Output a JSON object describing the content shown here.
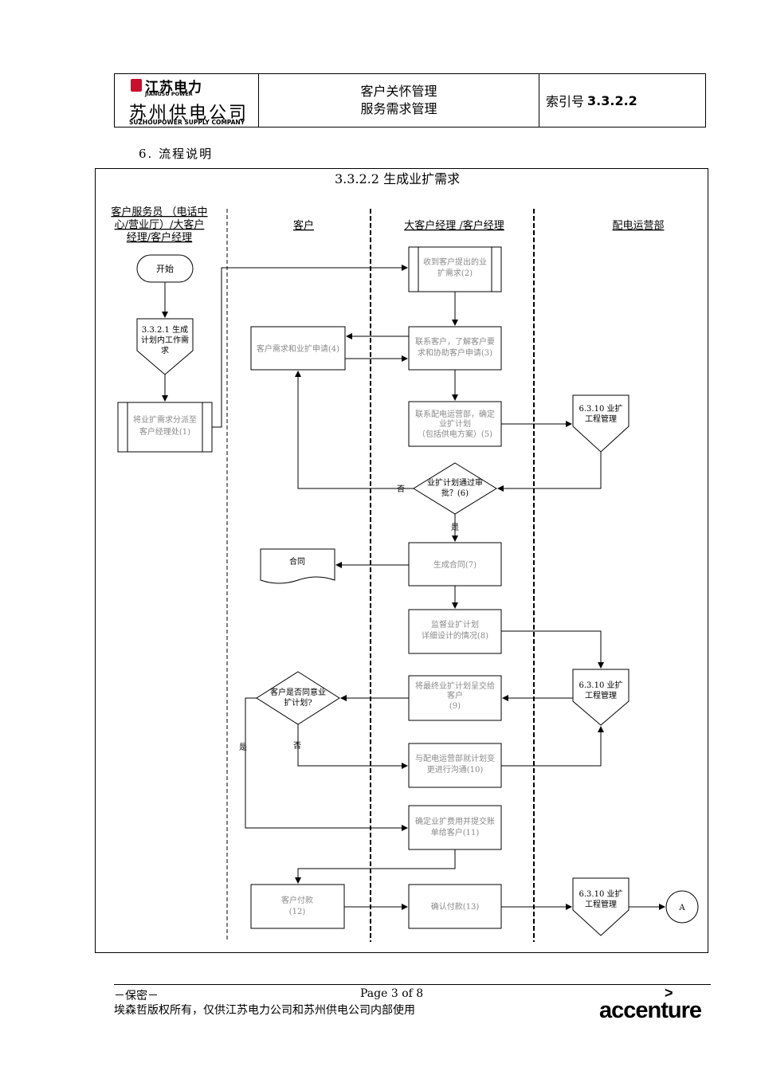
{
  "header": {
    "logo": {
      "cn_top": "江苏电力",
      "en_top": "JIANGSU POWER",
      "cn_main": "苏州供电公司",
      "en_main": "SUZHOUPOWER SUPPLY COMPANY"
    },
    "title_line1": "客户关怀管理",
    "title_line2": "服务需求管理",
    "index_label": "索引号",
    "index_value": "3.3.2.2"
  },
  "section_title": "6. 流程说明",
  "flowchart": {
    "title": "3.3.2.2 生成业扩需求",
    "lanes": {
      "lane1_line1": "客户服务员 （电话中",
      "lane1_line2": "心/营业厅）/大客户",
      "lane1_line3": "经理/客户经理",
      "lane2": "客户",
      "lane3": "大客户经理 /客户经理",
      "lane4": "配电运营部"
    },
    "nodes": {
      "start": "开始",
      "ref_3321_l1": "3.3.2.1 生成",
      "ref_3321_l2": "计划内工作需",
      "ref_3321_l3": "求",
      "step1_l1": "将业扩需求分派至",
      "step1_l2": "客户经理处(1)",
      "step2_l1": "收到客户提出的业",
      "step2_l2": "扩需求(2)",
      "step3_l1": "联系客户，了解客户要",
      "step3_l2": "求和协助客户申请(3)",
      "step4": "客户需求和业扩申请(4)",
      "step5_l1": "联系配电运营部，确定",
      "step5_l2": "业扩计划",
      "step5_l3": "（包括供电方案）(5)",
      "ref_6310_l1": "6.3.10 业扩",
      "ref_6310_l2": "工程管理",
      "decision6_l1": "业扩计划通过审",
      "decision6_l2": "批？(6)",
      "no": "否",
      "yes": "是",
      "contract_doc": "合同",
      "step7": "生成合同(7)",
      "step8_l1": "监督业扩计划",
      "step8_l2": "详细设计的情况(8)",
      "step9_l1": "将最终业扩计划呈交给",
      "step9_l2": "客户",
      "step9_l3": "(9)",
      "decision_customer_l1": "客户是否同意业",
      "decision_customer_l2": "扩计划?",
      "step10_l1": "与配电运营部就计划变",
      "step10_l2": "更进行沟通(10)",
      "step11_l1": "确定业扩费用并提交账",
      "step11_l2": "单给客户(11)",
      "step12_l1": "客户付款",
      "step12_l2": "(12)",
      "step13": "确认付款(13)",
      "connector": "A"
    }
  },
  "footer": {
    "secret": "－保密－",
    "page": "Page 3 of 8",
    "copyright": "埃森哲版权所有，仅供江苏电力公司和苏州供电公司内部使用",
    "brand": "accenture",
    "brand_mark": ">"
  },
  "colors": {
    "logo_red": "#c8102e",
    "faded_text": "#8a8a8a"
  }
}
